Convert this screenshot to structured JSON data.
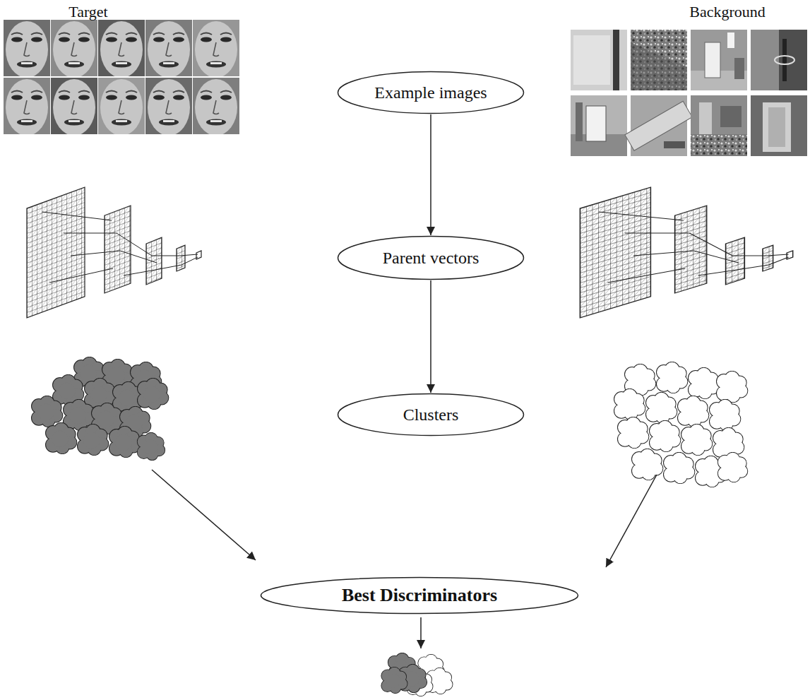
{
  "diagram": {
    "nodes": [
      {
        "text": [
          "Example images"
        ]
      },
      {
        "text": [
          "Parent vectors"
        ]
      },
      {
        "text": [
          "Clusters"
        ]
      },
      {
        "text": [
          "Best Discriminators"
        ]
      }
    ],
    "edges": [
      {
        "from": 0,
        "to": 1,
        "arrow": "to"
      },
      {
        "from": 1,
        "to": 2,
        "arrow": "to"
      }
    ],
    "labels": [
      "Target",
      "Background"
    ]
  }
}
